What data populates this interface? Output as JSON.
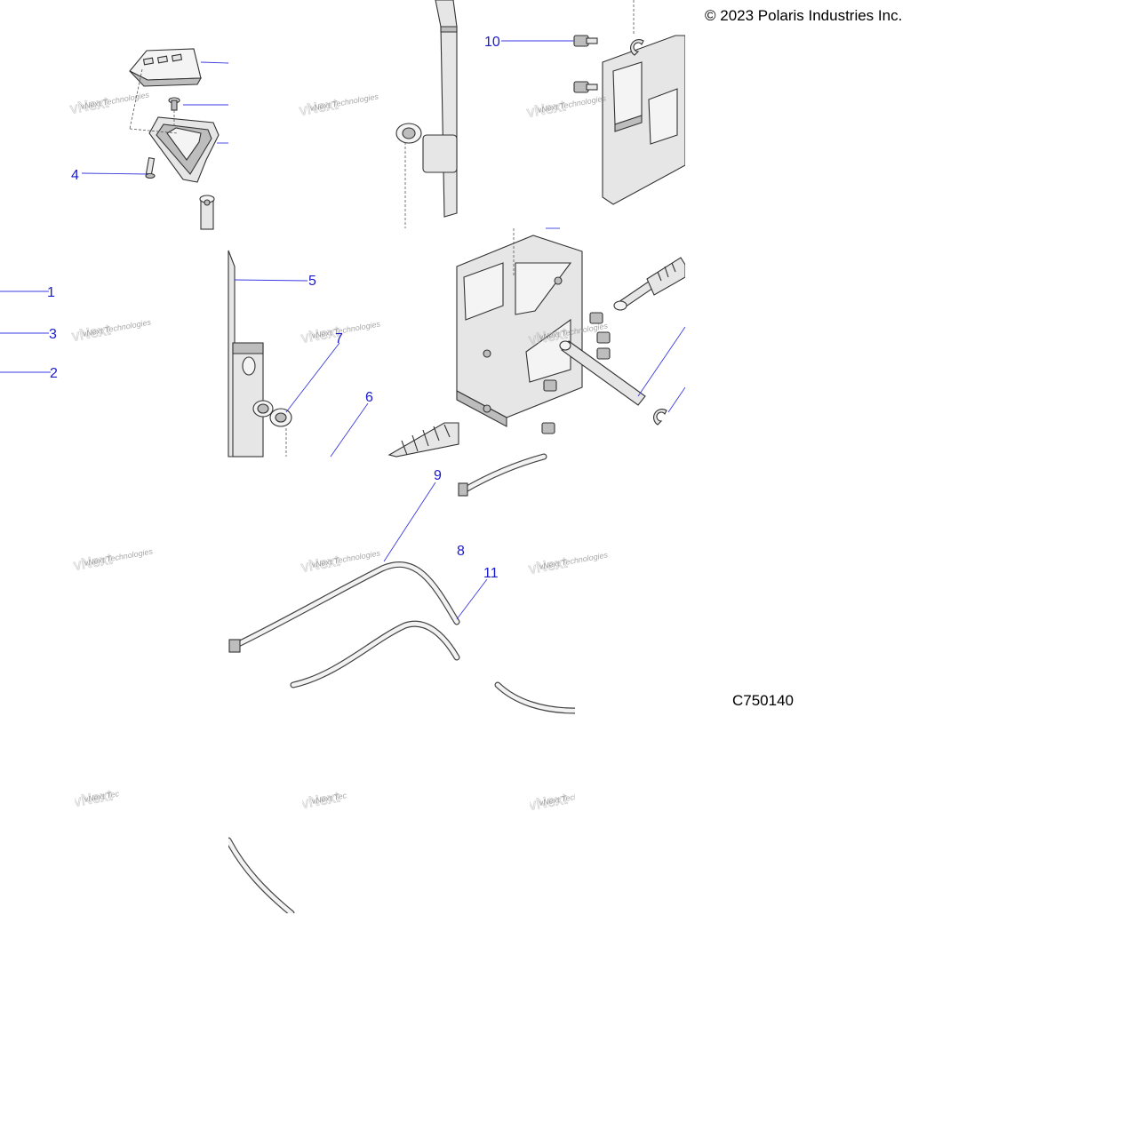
{
  "copyright": "© 2023 Polaris Industries Inc.",
  "part_code": "C750140",
  "watermark": {
    "text": "vNext Technologies"
  },
  "callouts": [
    {
      "id": "c10",
      "label": "10"
    },
    {
      "id": "c4",
      "label": "4"
    },
    {
      "id": "c1",
      "label": "1"
    },
    {
      "id": "c3",
      "label": "3"
    },
    {
      "id": "c2",
      "label": "2"
    },
    {
      "id": "c5",
      "label": "5"
    },
    {
      "id": "c7",
      "label": "7"
    },
    {
      "id": "c6",
      "label": "6"
    },
    {
      "id": "c9",
      "label": "9"
    },
    {
      "id": "c8",
      "label": "8"
    },
    {
      "id": "c11",
      "label": "11"
    }
  ]
}
